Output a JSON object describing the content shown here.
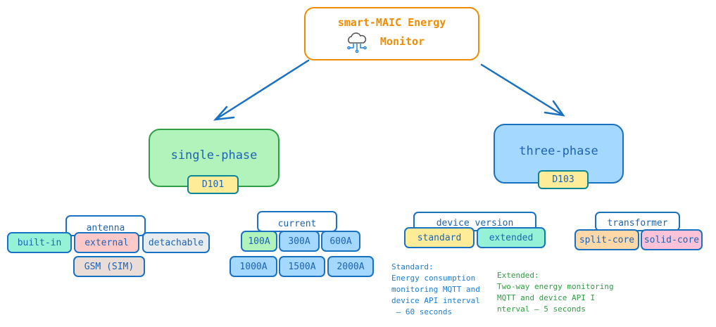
{
  "root": {
    "line1": "smart-MAIC Energy",
    "line2": "Monitor",
    "icon": "cloud-network-icon"
  },
  "branches": {
    "single": {
      "label": "single-phase",
      "code": "D101"
    },
    "three": {
      "label": "three-phase",
      "code": "D103"
    }
  },
  "groups": {
    "antenna": {
      "label": "antenna",
      "options": [
        "built-in",
        "external",
        "detachable",
        "GSM (SIM)"
      ]
    },
    "current": {
      "label": "current",
      "options": [
        "100A",
        "300A",
        "600A",
        "1000A",
        "1500A",
        "2000A"
      ]
    },
    "device_version": {
      "label": "device version",
      "options": [
        "standard",
        "extended"
      ]
    },
    "transformer": {
      "label": "transformer",
      "options": [
        "split-core",
        "solid-core"
      ]
    }
  },
  "notes": {
    "standard": "Standard:\nEnergy consumption\nmonitoring MQTT and\ndevice API interval\n — 60 seconds",
    "extended": "Extended:\nTwo-way energy monitoring\nMQTT and device API I\nnterval — 5 seconds"
  },
  "colors": {
    "root": "#f08c00",
    "arrow": "#1971c2",
    "text": "#1e64b4",
    "single_fill": "#b2f2bb",
    "three_fill": "#a5d8ff",
    "code_fill": "#ffec99",
    "extended_note": "#2f9e44"
  }
}
